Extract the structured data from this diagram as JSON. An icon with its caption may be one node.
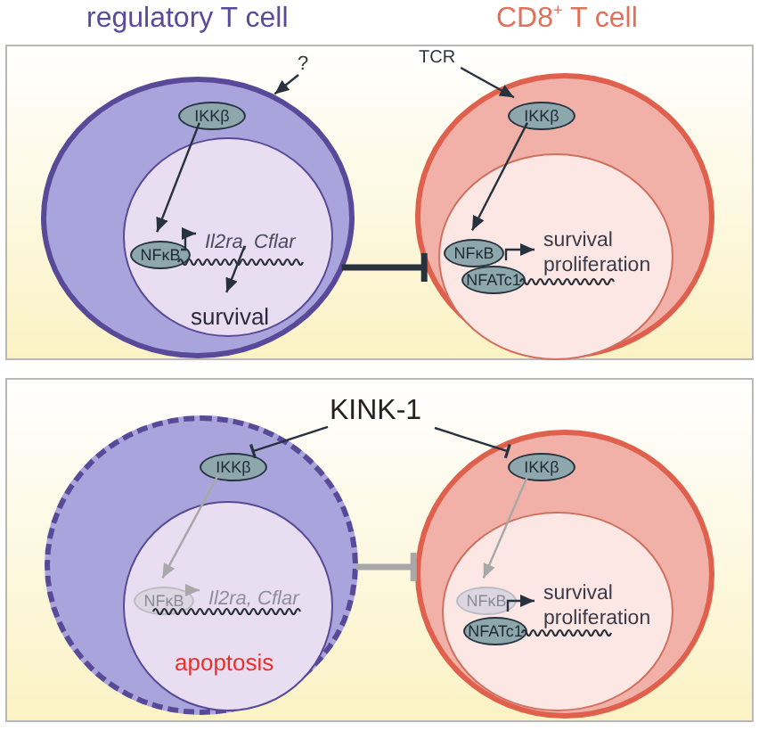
{
  "diagram": {
    "nodes": [
      {
        "text": [],
        "shape": "box"
      },
      {
        "text": [],
        "shape": "circle",
        "in": 0
      },
      {
        "text": [],
        "shape": "circle",
        "in": 1
      },
      {
        "text": [
          "IKKβ"
        ],
        "in": 1
      },
      {
        "text": [
          "NFκB"
        ],
        "in": 2
      },
      {
        "text": [
          "Il2ra, Cflar"
        ],
        "in": 2
      },
      {
        "text": [
          "survival"
        ],
        "in": 2
      },
      {
        "text": [
          "?"
        ],
        "in": 0
      },
      {
        "text": [],
        "shape": "circle",
        "in": 0
      },
      {
        "text": [],
        "shape": "circle",
        "in": 8
      },
      {
        "text": [
          "TCR"
        ],
        "in": 0
      },
      {
        "text": [
          "IKKβ"
        ],
        "in": 8
      },
      {
        "text": [
          "NFκB"
        ],
        "in": 9
      },
      {
        "text": [
          "NFATc1"
        ],
        "in": 9
      },
      {
        "text": [
          "survival proliferation"
        ],
        "in": 9
      },
      {
        "text": [],
        "shape": "box"
      },
      {
        "text": [],
        "shape": "circle",
        "in": 15
      },
      {
        "text": [],
        "shape": "circle",
        "in": 16
      },
      {
        "text": [
          "IKKβ"
        ],
        "in": 16
      },
      {
        "text": [
          "NFκB"
        ],
        "in": 17
      },
      {
        "text": [
          "Il2ra, Cflar"
        ],
        "in": 17
      },
      {
        "text": [
          "apoptosis"
        ],
        "in": 17
      },
      {
        "text": [
          "KINK-1"
        ],
        "in": 15
      },
      {
        "text": [],
        "shape": "circle",
        "in": 15
      },
      {
        "text": [],
        "shape": "circle",
        "in": 23
      },
      {
        "text": [
          "IKKβ"
        ],
        "in": 23
      },
      {
        "text": [
          "NFκB"
        ],
        "in": 24
      },
      {
        "text": [
          "NFATc1"
        ],
        "in": 24
      },
      {
        "text": [
          "survival proliferation"
        ],
        "in": 24
      }
    ],
    "edges": [
      {
        "from": 7,
        "to": 1,
        "arrow": "to"
      },
      {
        "from": 3,
        "to": 4,
        "arrow": "to"
      },
      {
        "from": 4,
        "to": 5,
        "arrow": "to"
      },
      {
        "from": 5,
        "to": 6,
        "arrow": "to"
      },
      {
        "from": 1,
        "to": 8,
        "arrow": "other",
        "style": "thick"
      },
      {
        "from": 10,
        "to": 11,
        "arrow": "to"
      },
      {
        "from": 11,
        "to": 12,
        "arrow": "to"
      },
      {
        "from": 13,
        "to": 14,
        "arrow": "to"
      },
      {
        "from": 22,
        "to": 18,
        "arrow": "other"
      },
      {
        "from": 22,
        "to": 25,
        "arrow": "other"
      },
      {
        "from": 18,
        "to": 19,
        "arrow": "to",
        "color": "#a8a8a8"
      },
      {
        "from": 19,
        "to": 20,
        "arrow": "to",
        "color": "#a8a8a8"
      },
      {
        "from": 16,
        "to": 23,
        "arrow": "other",
        "style": "thick",
        "color": "#a8a8a8"
      },
      {
        "from": 25,
        "to": 26,
        "arrow": "to",
        "color": "#a8a8a8"
      },
      {
        "from": 27,
        "to": 28,
        "arrow": "to"
      }
    ],
    "labels": [
      "regulatory T cell",
      "CD8$^{+}$ T cell"
    ]
  }
}
